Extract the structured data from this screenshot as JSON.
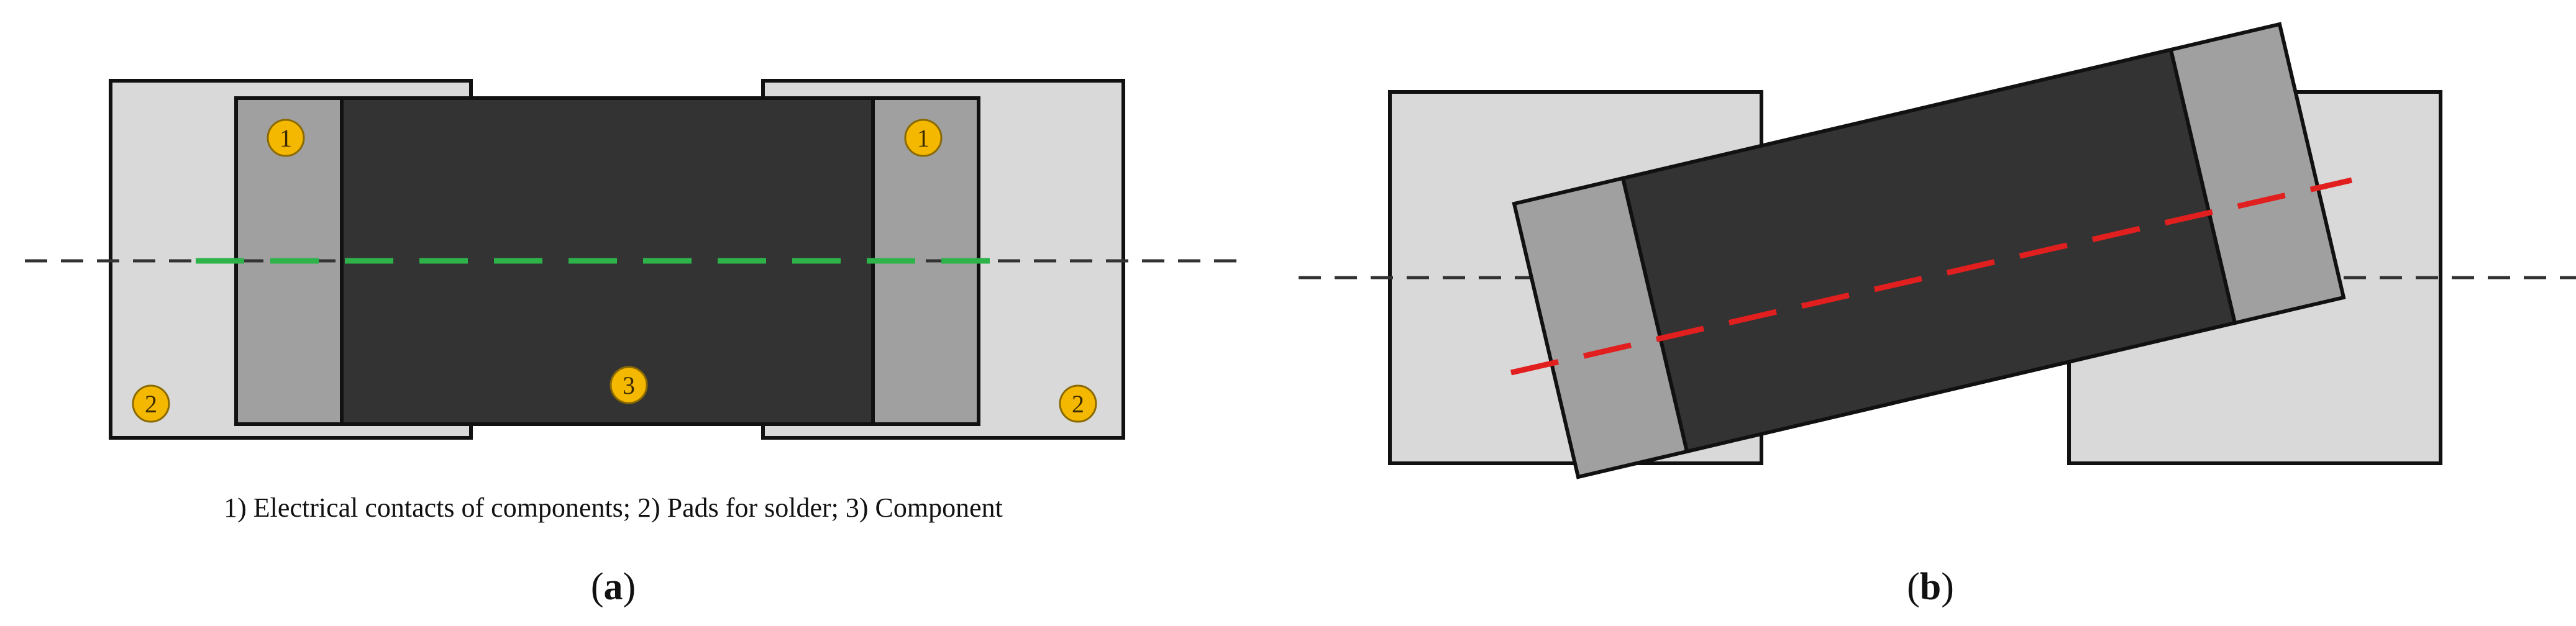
{
  "panel_a": {
    "label_open": "(",
    "label_letter": "a",
    "label_close": ")",
    "markers": {
      "contact_left": "1",
      "contact_right": "1",
      "pad_left": "2",
      "pad_right": "2",
      "component": "3"
    },
    "caption": "1) Electrical contacts of components; 2) Pads for solder; 3) Component",
    "axis_color": "#2db34a"
  },
  "panel_b": {
    "label_open": "(",
    "label_letter": "b",
    "label_close": ")",
    "axis_color": "#e21f1f"
  },
  "colors": {
    "pad": "#d9d9d9",
    "contact": "#a0a0a0",
    "component_body": "#333333",
    "marker_fill": "#f5b800",
    "reference_line": "#333333"
  }
}
